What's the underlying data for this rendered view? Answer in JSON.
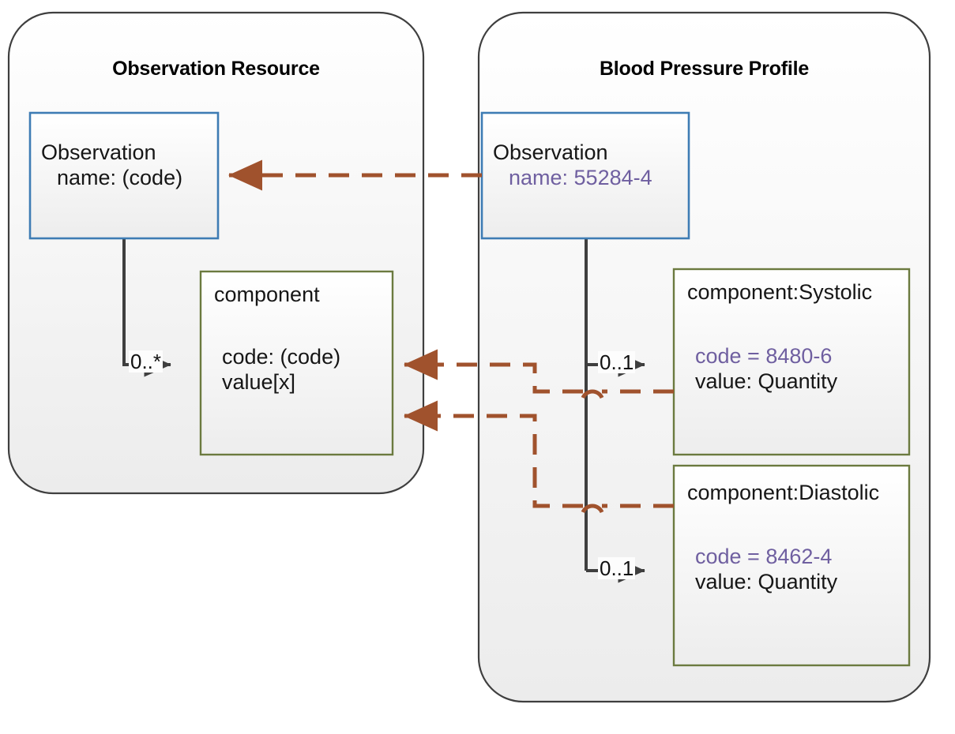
{
  "diagram": {
    "type": "uml-profile-derivation",
    "title_left": "Observation Resource",
    "title_right": "Blood Pressure Profile",
    "colors": {
      "panel_border": "#3f3f3f",
      "panel_fill_top": "#ffffff",
      "panel_fill_bottom": "#ededed",
      "resource_box_border": "#3e7cb4",
      "component_box_border": "#6b7a3f",
      "derivation_arrow": "#a0522d",
      "association_line": "#3f3f3f",
      "constraint_text": "#6f5fa0",
      "plain_text": "#161616"
    }
  },
  "panels": [
    {
      "name": "observation-resource",
      "title": "Observation Resource",
      "classes": [
        {
          "name": "observation-class",
          "header": "Observation",
          "attributes": [
            "name: (code)"
          ],
          "attribute_styles": [
            "plain"
          ],
          "border": "blue"
        },
        {
          "name": "component-class",
          "header": "component",
          "attributes": [
            "code: (code)",
            "value[x]"
          ],
          "attribute_styles": [
            "plain",
            "plain"
          ],
          "border": "olive"
        }
      ],
      "associations": [
        {
          "name": "observation-to-component",
          "multiplicity": "0..*"
        }
      ]
    },
    {
      "name": "blood-pressure-profile",
      "title": "Blood Pressure Profile",
      "classes": [
        {
          "name": "observation-profile-class",
          "header": "Observation",
          "attributes": [
            "name: 55284-4"
          ],
          "attribute_styles": [
            "constraint"
          ],
          "border": "blue"
        },
        {
          "name": "component-systolic-class",
          "header": "component:Systolic",
          "attributes": [
            "code = 8480-6",
            "value: Quantity"
          ],
          "attribute_styles": [
            "constraint",
            "plain"
          ],
          "border": "olive"
        },
        {
          "name": "component-diastolic-class",
          "header": "component:Diastolic",
          "attributes": [
            "code = 8462-4",
            "value: Quantity"
          ],
          "attribute_styles": [
            "constraint",
            "plain"
          ],
          "border": "olive"
        }
      ],
      "associations": [
        {
          "name": "observation-to-systolic",
          "multiplicity": "0..1"
        },
        {
          "name": "observation-to-diastolic",
          "multiplicity": "0..1"
        }
      ]
    }
  ],
  "derivations": [
    {
      "name": "derivation-observation",
      "from": "Observation (profile)",
      "to": "Observation (resource)",
      "style": "dashed-arrow"
    },
    {
      "name": "derivation-systolic",
      "from": "component:Systolic",
      "to": "component",
      "style": "dashed-arrow"
    },
    {
      "name": "derivation-diastolic",
      "from": "component:Diastolic",
      "to": "component",
      "style": "dashed-arrow"
    }
  ],
  "labels": {
    "mult_left": "0..*",
    "mult_systolic": "0..1",
    "mult_diastolic": "0..1"
  }
}
